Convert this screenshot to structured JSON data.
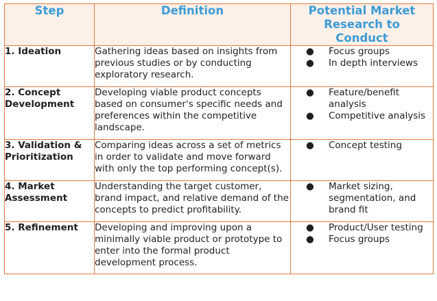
{
  "headers": {
    "step": "Step",
    "definition": "Definition",
    "research": "Potential Market Research to Conduct"
  },
  "rows": [
    {
      "step": "1. Ideation",
      "definition": "Gathering ideas based on insights from previous studies or by conducting exploratory research.",
      "research": [
        "Focus groups",
        "In depth interviews"
      ]
    },
    {
      "step": "2. Concept Development",
      "definition": "Developing viable product concepts based on consumer's specific needs and preferences within the competitive landscape.",
      "research": [
        "Feature/benefit analysis",
        "Competitive analysis"
      ]
    },
    {
      "step": "3. Validation & Prioritization",
      "definition": "Comparing ideas across a set of metrics in order to validate and move forward with only the top performing concept(s).",
      "research": [
        "Concept testing"
      ]
    },
    {
      "step": "4. Market Assessment",
      "definition": "Understanding the target customer, brand impact, and relative demand of the concepts to predict profitability.",
      "research": [
        "Market sizing, segmentation, and brand fit"
      ]
    },
    {
      "step": "5. Refinement",
      "definition": "Developing and improving upon a minimally viable product or prototype to enter into the formal product development process.",
      "research": [
        "Product/User testing",
        "Focus groups"
      ]
    }
  ],
  "bullet_glyph": "●",
  "colors": {
    "border": "#e4773a",
    "header_bg": "#fdf0e8",
    "header_text": "#3d9bd5",
    "body_text": "#1f1f1f"
  }
}
